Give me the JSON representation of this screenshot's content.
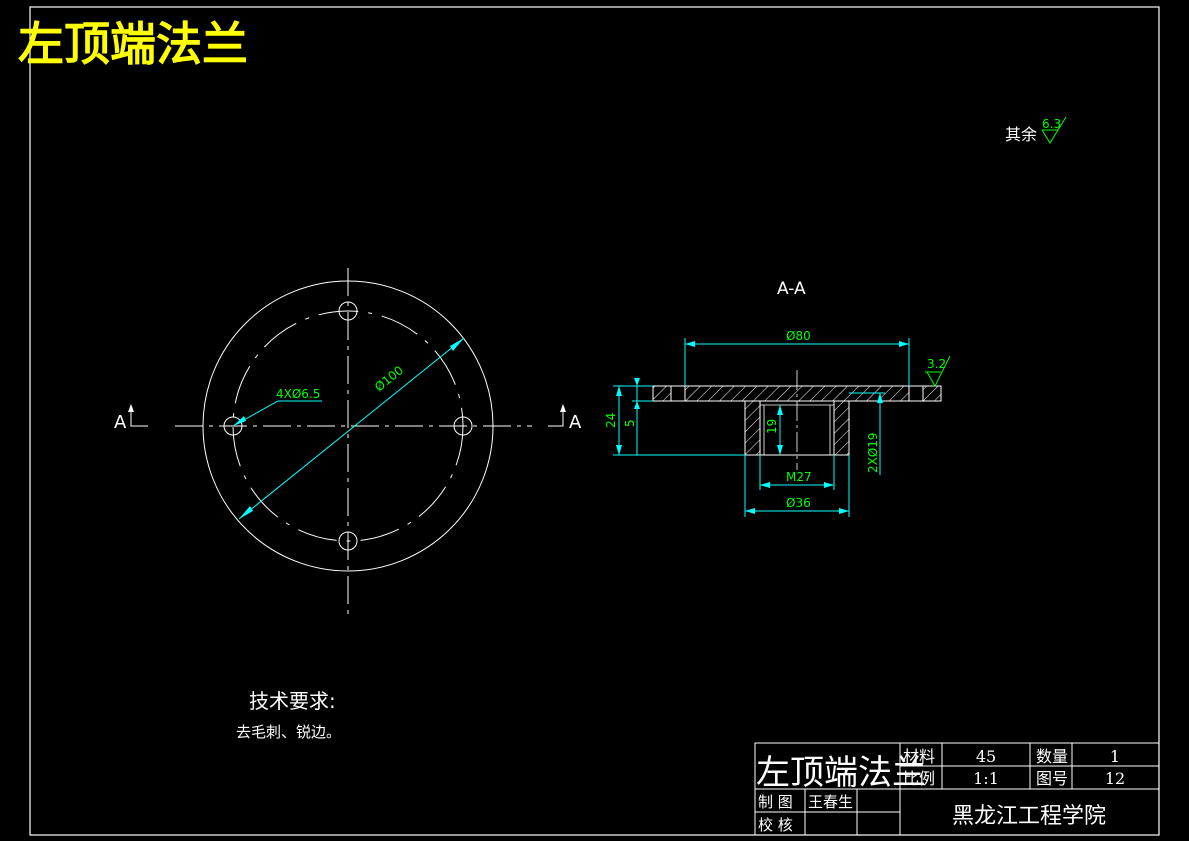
{
  "title_banner": "左顶端法兰",
  "roughness_note": {
    "label": "其余",
    "value": "6.3"
  },
  "section_label": "A-A",
  "section_marks": {
    "left": "A",
    "right": "A"
  },
  "front_view": {
    "hole_callout": "4XØ6.5",
    "pcd_callout": "Ø100"
  },
  "section_view": {
    "dim_flange_dia": "Ø80",
    "dim_total_height": "24",
    "dim_flange_thickness": "5",
    "dim_bore_depth": "19",
    "dim_side_holes": "2XØ19",
    "dim_thread": "M27",
    "dim_boss_dia": "Ø36",
    "roughness_face": "3.2"
  },
  "tech_requirements": {
    "heading": "技术要求:",
    "line1": "去毛刺、锐边。"
  },
  "title_block": {
    "part_name": "左顶端法兰",
    "material_label": "材料",
    "material_value": "45",
    "quantity_label": "数量",
    "quantity_value": "1",
    "scale_label": "比例",
    "scale_value": "1:1",
    "drawing_no_label": "图号",
    "drawing_no_value": "12",
    "drawn_label": "制 图",
    "drawn_by": "王春生",
    "checked_label": "校 核",
    "school": "黑龙江工程学院"
  },
  "colors": {
    "line": "#ffffff",
    "dimension": "#00ff00",
    "pcd_line": "#00ffff",
    "title_text": "#ffff00"
  }
}
